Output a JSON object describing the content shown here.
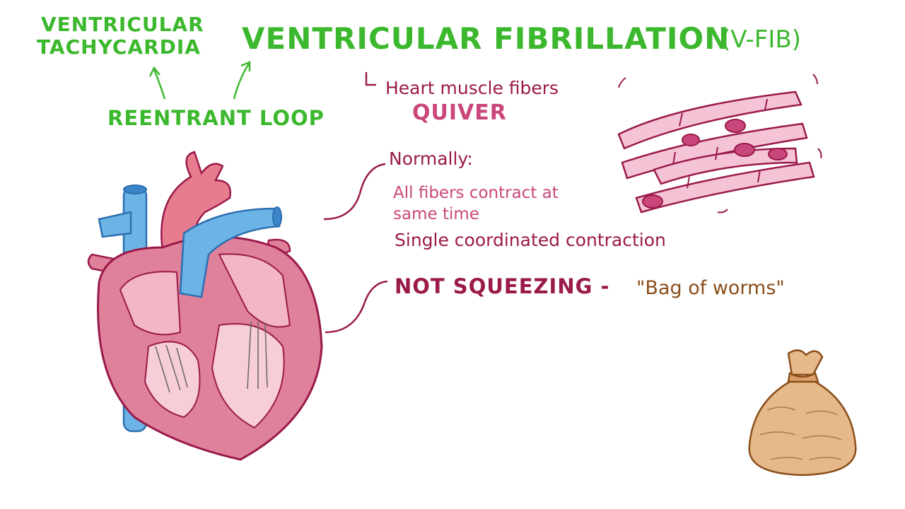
{
  "labels": {
    "vtach_line1": "VENTRICULAR",
    "vtach_line2": "TACHYCARDIA",
    "reentrant": "REENTRANT LOOP",
    "title": "VENTRICULAR FIBRILLATION",
    "title_abbr": "(V-FIB)",
    "heart_muscle": "Heart muscle fibers",
    "quiver": "QUIVER",
    "normally": "Normally:",
    "all_fibers_1": "All fibers contract at",
    "all_fibers_2": "same time",
    "single": "Single coordinated contraction",
    "not_squeezing": "NOT SQUEEZING -",
    "bag_of_worms": "\"Bag of worms\""
  },
  "colors": {
    "green": "#3cb82e",
    "maroon": "#9a1a4a",
    "pink": "#c9477a",
    "brown": "#8a4e1a",
    "heart_pink": "#e0819b",
    "vessel_blue": "#6cb4e6",
    "bag_tan": "#e6b98a"
  },
  "icons": [
    "heart-illustration",
    "muscle-fibers-illustration",
    "bag-illustration",
    "arrow-icon",
    "bracket-icon"
  ]
}
